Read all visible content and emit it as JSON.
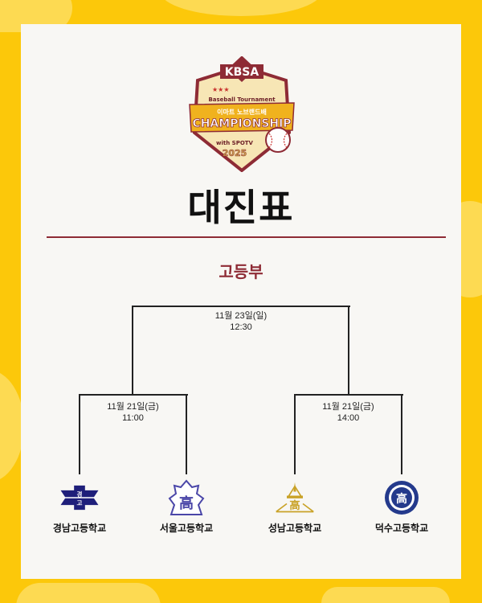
{
  "logo": {
    "org": "KBSA",
    "subtitle": "Baseball Tournament",
    "sponsor_line": "이마트 노브랜드배",
    "main": "CHAMPIONSHIP",
    "with": "with SPOTV",
    "year": "2025"
  },
  "page_title": "대진표",
  "division": "고등부",
  "colors": {
    "background": "#fcc80a",
    "card": "#f8f7f4",
    "accent": "#8e2b35",
    "bracket_line": "#222222"
  },
  "bracket": {
    "final": {
      "date": "11월 23일(일)",
      "time": "12:30"
    },
    "semifinals": [
      {
        "date": "11월 21일(금)",
        "time": "11:00"
      },
      {
        "date": "11월 21일(금)",
        "time": "14:00"
      }
    ],
    "teams": [
      {
        "name": "경남고등학교",
        "emblem": "gyeongnam-emblem-icon",
        "color": "#1f1f7a"
      },
      {
        "name": "서울고등학교",
        "emblem": "seoul-emblem-icon",
        "color": "#4a46a8"
      },
      {
        "name": "성남고등학교",
        "emblem": "seongnam-emblem-icon",
        "color": "#c9a227"
      },
      {
        "name": "덕수고등학교",
        "emblem": "deoksu-emblem-icon",
        "color": "#243a8c"
      }
    ]
  }
}
